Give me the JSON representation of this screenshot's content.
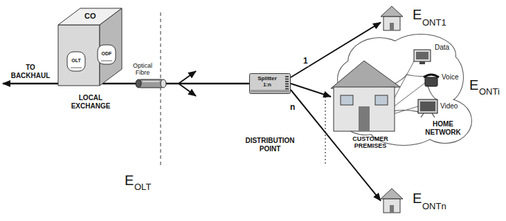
{
  "diagram": {
    "nodes": [
      {
        "text": [
          "CO",
          "LOCAL EXCHANGE"
        ]
      },
      {
        "text": [
          "OLT"
        ],
        "in": 0
      },
      {
        "text": [
          "ODF"
        ],
        "in": 0
      },
      {
        "text": [
          "Splitter 1:n",
          "DISTRIBUTION POINT"
        ]
      },
      {
        "text": [
          "E",
          "ONT1"
        ]
      },
      {
        "text": [
          "Data",
          "Voice",
          "Video",
          "HOME NETWORK",
          "E",
          "ONTi"
        ]
      },
      {
        "text": [
          "E",
          "ONTn"
        ]
      }
    ],
    "edges": [
      {
        "from": 0,
        "to": 3,
        "arrow": "none"
      },
      {
        "from": 3,
        "to": 4,
        "label": "1",
        "arrow": "to"
      },
      {
        "from": 3,
        "to": 5,
        "arrow": "to"
      },
      {
        "from": 3,
        "to": 6,
        "label": "n",
        "arrow": "to"
      }
    ],
    "labels": [
      "TO BACKHAUL",
      "Optical Fibre",
      "CUSTOMER PREMISES",
      "E",
      "OLT"
    ]
  }
}
